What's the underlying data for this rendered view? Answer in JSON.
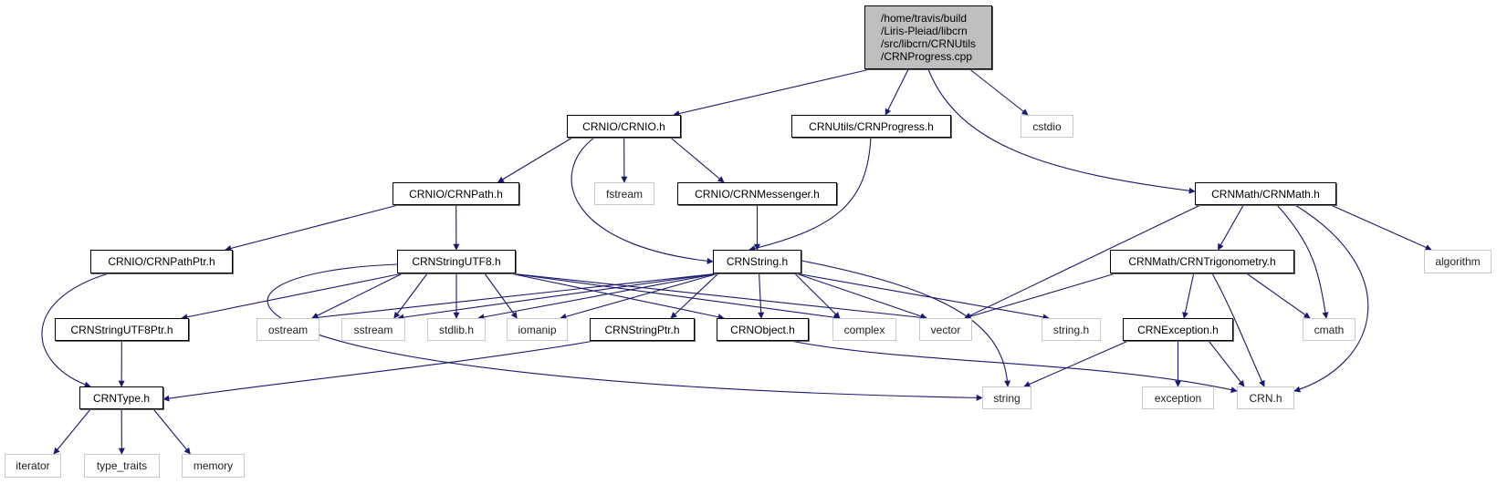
{
  "colors": {
    "edge": "#191970",
    "root_fill": "#bfbfbf",
    "system_border": "#c8c8c8",
    "local_border": "#000000"
  },
  "nodes": [
    {
      "id": "root",
      "label": "/home/travis/build\n/Liris-Pleiad/libcrn\n/src/libcrn/CRNUtils\n/CRNProgress.cpp",
      "kind": "root"
    },
    {
      "id": "crnio",
      "label": "CRNIO/CRNIO.h",
      "kind": "local"
    },
    {
      "id": "progress",
      "label": "CRNUtils/CRNProgress.h",
      "kind": "local"
    },
    {
      "id": "cstdio",
      "label": "cstdio",
      "kind": "sys"
    },
    {
      "id": "path",
      "label": "CRNIO/CRNPath.h",
      "kind": "local"
    },
    {
      "id": "fstream",
      "label": "fstream",
      "kind": "sys"
    },
    {
      "id": "messenger",
      "label": "CRNIO/CRNMessenger.h",
      "kind": "local"
    },
    {
      "id": "math",
      "label": "CRNMath/CRNMath.h",
      "kind": "local"
    },
    {
      "id": "pathptr",
      "label": "CRNIO/CRNPathPtr.h",
      "kind": "local"
    },
    {
      "id": "utf8",
      "label": "CRNStringUTF8.h",
      "kind": "local"
    },
    {
      "id": "string_h",
      "label": "CRNString.h",
      "kind": "local"
    },
    {
      "id": "trig",
      "label": "CRNMath/CRNTrigonometry.h",
      "kind": "local"
    },
    {
      "id": "algorithm",
      "label": "algorithm",
      "kind": "sys"
    },
    {
      "id": "utf8ptr",
      "label": "CRNStringUTF8Ptr.h",
      "kind": "local"
    },
    {
      "id": "ostream",
      "label": "ostream",
      "kind": "sys"
    },
    {
      "id": "sstream",
      "label": "sstream",
      "kind": "sys"
    },
    {
      "id": "stdlib",
      "label": "stdlib.h",
      "kind": "sys"
    },
    {
      "id": "iomanip",
      "label": "iomanip",
      "kind": "sys"
    },
    {
      "id": "stringptr",
      "label": "CRNStringPtr.h",
      "kind": "local"
    },
    {
      "id": "object",
      "label": "CRNObject.h",
      "kind": "local"
    },
    {
      "id": "complex",
      "label": "complex",
      "kind": "sys"
    },
    {
      "id": "vector",
      "label": "vector",
      "kind": "sys"
    },
    {
      "id": "cstring",
      "label": "string.h",
      "kind": "sys"
    },
    {
      "id": "exception_h",
      "label": "CRNException.h",
      "kind": "local"
    },
    {
      "id": "cmath",
      "label": "cmath",
      "kind": "sys"
    },
    {
      "id": "type",
      "label": "CRNType.h",
      "kind": "local"
    },
    {
      "id": "string",
      "label": "string",
      "kind": "sys"
    },
    {
      "id": "exception",
      "label": "exception",
      "kind": "sys"
    },
    {
      "id": "crn",
      "label": "CRN.h",
      "kind": "sys"
    },
    {
      "id": "iterator",
      "label": "iterator",
      "kind": "sys"
    },
    {
      "id": "type_traits",
      "label": "type_traits",
      "kind": "sys"
    },
    {
      "id": "memory",
      "label": "memory",
      "kind": "sys"
    }
  ],
  "edges": [
    [
      "root",
      "crnio"
    ],
    [
      "root",
      "progress"
    ],
    [
      "root",
      "cstdio"
    ],
    [
      "root",
      "math"
    ],
    [
      "crnio",
      "path"
    ],
    [
      "crnio",
      "fstream"
    ],
    [
      "crnio",
      "messenger"
    ],
    [
      "crnio",
      "string_h"
    ],
    [
      "progress",
      "string_h"
    ],
    [
      "messenger",
      "string_h"
    ],
    [
      "path",
      "pathptr"
    ],
    [
      "path",
      "utf8"
    ],
    [
      "pathptr",
      "type"
    ],
    [
      "utf8",
      "utf8ptr"
    ],
    [
      "utf8",
      "ostream"
    ],
    [
      "utf8",
      "sstream"
    ],
    [
      "utf8",
      "stdlib"
    ],
    [
      "utf8",
      "iomanip"
    ],
    [
      "utf8",
      "object"
    ],
    [
      "utf8",
      "complex"
    ],
    [
      "utf8",
      "vector"
    ],
    [
      "utf8",
      "string"
    ],
    [
      "string_h",
      "ostream"
    ],
    [
      "string_h",
      "sstream"
    ],
    [
      "string_h",
      "stdlib"
    ],
    [
      "string_h",
      "iomanip"
    ],
    [
      "string_h",
      "stringptr"
    ],
    [
      "string_h",
      "object"
    ],
    [
      "string_h",
      "complex"
    ],
    [
      "string_h",
      "vector"
    ],
    [
      "string_h",
      "cstring"
    ],
    [
      "string_h",
      "string"
    ],
    [
      "utf8ptr",
      "type"
    ],
    [
      "stringptr",
      "type"
    ],
    [
      "object",
      "crn"
    ],
    [
      "math",
      "vector"
    ],
    [
      "math",
      "trig"
    ],
    [
      "math",
      "cmath"
    ],
    [
      "math",
      "crn"
    ],
    [
      "math",
      "algorithm"
    ],
    [
      "trig",
      "vector"
    ],
    [
      "trig",
      "exception_h"
    ],
    [
      "trig",
      "crn"
    ],
    [
      "trig",
      "cmath"
    ],
    [
      "exception_h",
      "string"
    ],
    [
      "exception_h",
      "exception"
    ],
    [
      "exception_h",
      "crn"
    ],
    [
      "type",
      "iterator"
    ],
    [
      "type",
      "type_traits"
    ],
    [
      "type",
      "memory"
    ]
  ]
}
